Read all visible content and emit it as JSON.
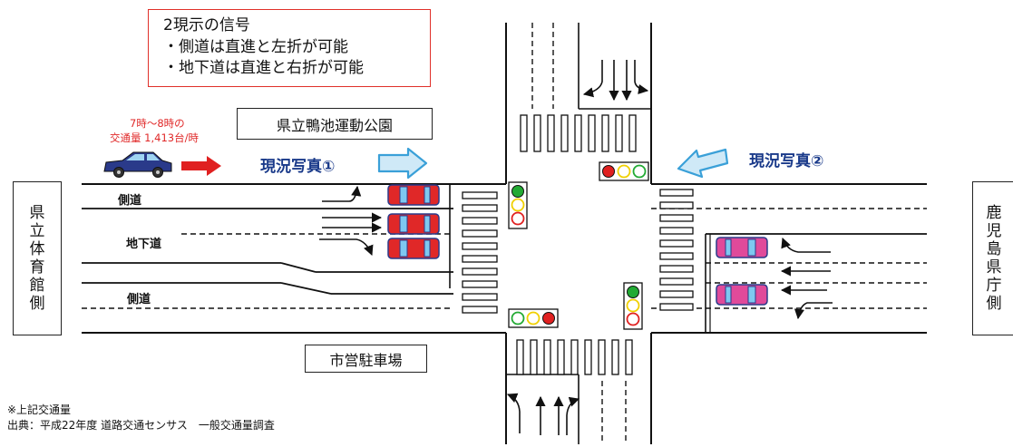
{
  "signal_note": {
    "lines": [
      "2現示の信号",
      "・側道は直進と左折が可能",
      "・地下道は直進と右折が可能"
    ]
  },
  "traffic_volume": {
    "time": "7時～8時の",
    "volume": "交通量 1,413台/時"
  },
  "places": {
    "park": "県立鴨池運動公園",
    "parking": "市営駐車場",
    "left_side": "県立体育館側",
    "right_side": "鹿児島県庁側"
  },
  "photo_labels": [
    "現況写真①",
    "現況写真②"
  ],
  "road_labels": {
    "side_road_top": "側道",
    "underpass": "地下道",
    "side_road_bottom": "側道"
  },
  "footnote": {
    "line1": "※上記交通量",
    "line2": "出典：平成22年度 道路交通センサス　一般交通量調査"
  },
  "colors": {
    "signal_note_border": "#e0302a",
    "traffic_volume_text": "#e0302a",
    "photo_label_text": "#1a3a8a",
    "photo_arrow_fill": "#cfe9f7",
    "photo_arrow_stroke": "#3aa0d8",
    "car_left": "#e02828",
    "car_right": "#e04a9a",
    "car_blue": "#2a3a8a",
    "signal_green": "#22aa33",
    "signal_yellow": "#f0d000",
    "signal_red": "#e02020"
  }
}
